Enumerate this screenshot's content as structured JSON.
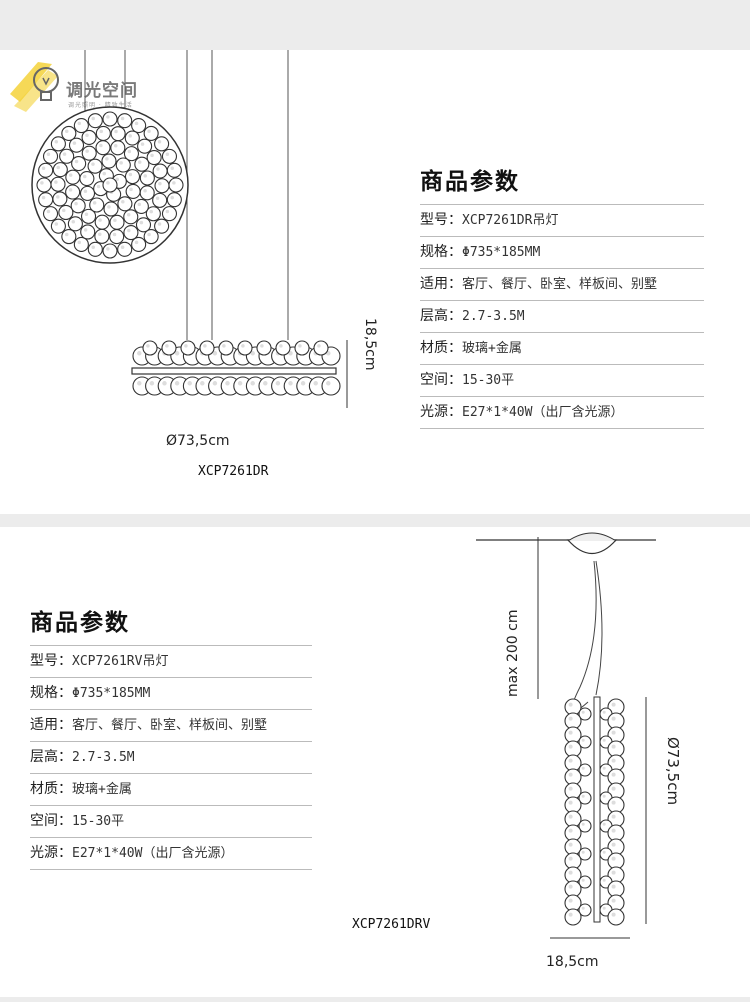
{
  "logo": {
    "name": "调光空间",
    "tagline": "调光照明 · 精致生活"
  },
  "product1": {
    "title": "商品参数",
    "specs": [
      {
        "label": "型号：",
        "value": "XCP7261DR吊灯"
      },
      {
        "label": "规格：",
        "value": "Φ735*185MM"
      },
      {
        "label": "适用：",
        "value": "客厅、餐厅、卧室、样板间、别墅"
      },
      {
        "label": "层高：",
        "value": "2.7-3.5M"
      },
      {
        "label": "材质：",
        "value": "玻璃+金属"
      },
      {
        "label": "空间：",
        "value": "15-30平"
      },
      {
        "label": "光源：",
        "value": "E27*1*40W（出厂含光源）"
      }
    ],
    "dim_diameter": "Ø73,5cm",
    "dim_height": "18,5cm",
    "model": "XCP7261DR"
  },
  "product2": {
    "title": "商品参数",
    "specs": [
      {
        "label": "型号：",
        "value": "XCP7261RV吊灯"
      },
      {
        "label": "规格：",
        "value": "Φ735*185MM"
      },
      {
        "label": "适用：",
        "value": "客厅、餐厅、卧室、样板间、别墅"
      },
      {
        "label": "层高：",
        "value": "2.7-3.5M"
      },
      {
        "label": "材质：",
        "value": "玻璃+金属"
      },
      {
        "label": "空间：",
        "value": "15-30平"
      },
      {
        "label": "光源：",
        "value": "E27*1*40W（出厂含光源）"
      }
    ],
    "dim_cable": "max 200 cm",
    "dim_diameter": "Ø73,5cm",
    "dim_width": "18,5cm",
    "model": "XCP7261DRV"
  }
}
